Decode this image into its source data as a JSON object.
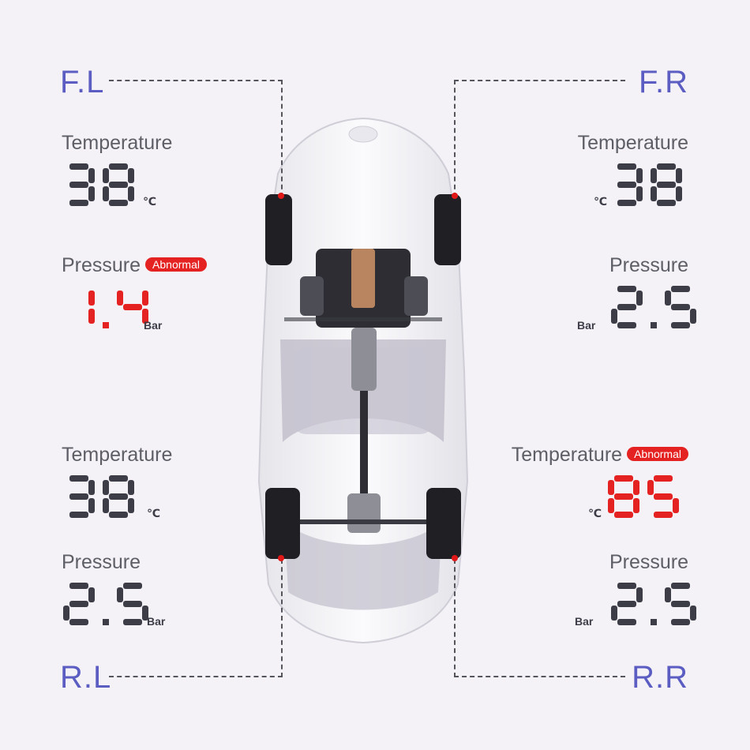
{
  "wheels": {
    "fl": {
      "label": "F.L",
      "temperature_label": "Temperature",
      "temperature": "38",
      "temperature_unit": "℃",
      "pressure_label": "Pressure",
      "pressure": "1.4",
      "pressure_unit": "Bar",
      "status": "Abnormal",
      "status_on": "pressure"
    },
    "fr": {
      "label": "F.R",
      "temperature_label": "Temperature",
      "temperature": "38",
      "temperature_unit": "℃",
      "pressure_label": "Pressure",
      "pressure": "2.5",
      "pressure_unit": "Bar"
    },
    "rl": {
      "label": "R.L",
      "temperature_label": "Temperature",
      "temperature": "38",
      "temperature_unit": "℃",
      "pressure_label": "Pressure",
      "pressure": "2.5",
      "pressure_unit": "Bar"
    },
    "rr": {
      "label": "R.R",
      "temperature_label": "Temperature",
      "temperature": "85",
      "temperature_unit": "℃",
      "pressure_label": "Pressure",
      "pressure": "2.5",
      "pressure_unit": "Bar",
      "status": "Abnormal",
      "status_on": "temperature"
    }
  },
  "colors": {
    "label": "#5b5dc2",
    "digits": "#3d3d48",
    "alert": "#e52222",
    "text": "#5e5e66"
  }
}
